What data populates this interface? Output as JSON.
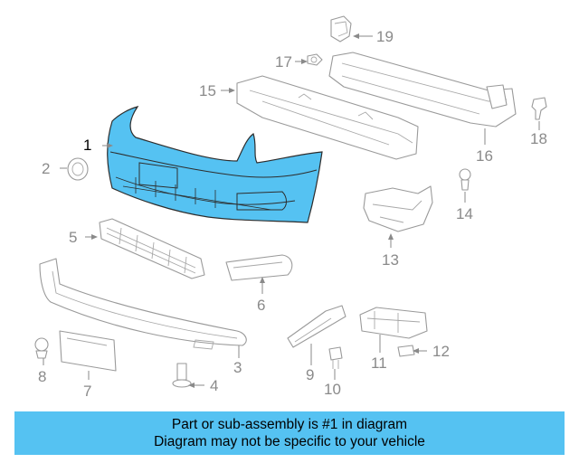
{
  "diagram": {
    "callouts": [
      {
        "id": "1",
        "highlighted": true
      },
      {
        "id": "2"
      },
      {
        "id": "3"
      },
      {
        "id": "4"
      },
      {
        "id": "5"
      },
      {
        "id": "6"
      },
      {
        "id": "7"
      },
      {
        "id": "8"
      },
      {
        "id": "9"
      },
      {
        "id": "10"
      },
      {
        "id": "11"
      },
      {
        "id": "12"
      },
      {
        "id": "13"
      },
      {
        "id": "14"
      },
      {
        "id": "15"
      },
      {
        "id": "16"
      },
      {
        "id": "17"
      },
      {
        "id": "18"
      },
      {
        "id": "19"
      }
    ],
    "highlight_color": "#55c2f2",
    "line_color": "#9a9a9a"
  },
  "banner": {
    "line1": "Part or sub-assembly is #1 in diagram",
    "line2": "Diagram may not be specific to your vehicle",
    "background": "#55c2f2"
  }
}
